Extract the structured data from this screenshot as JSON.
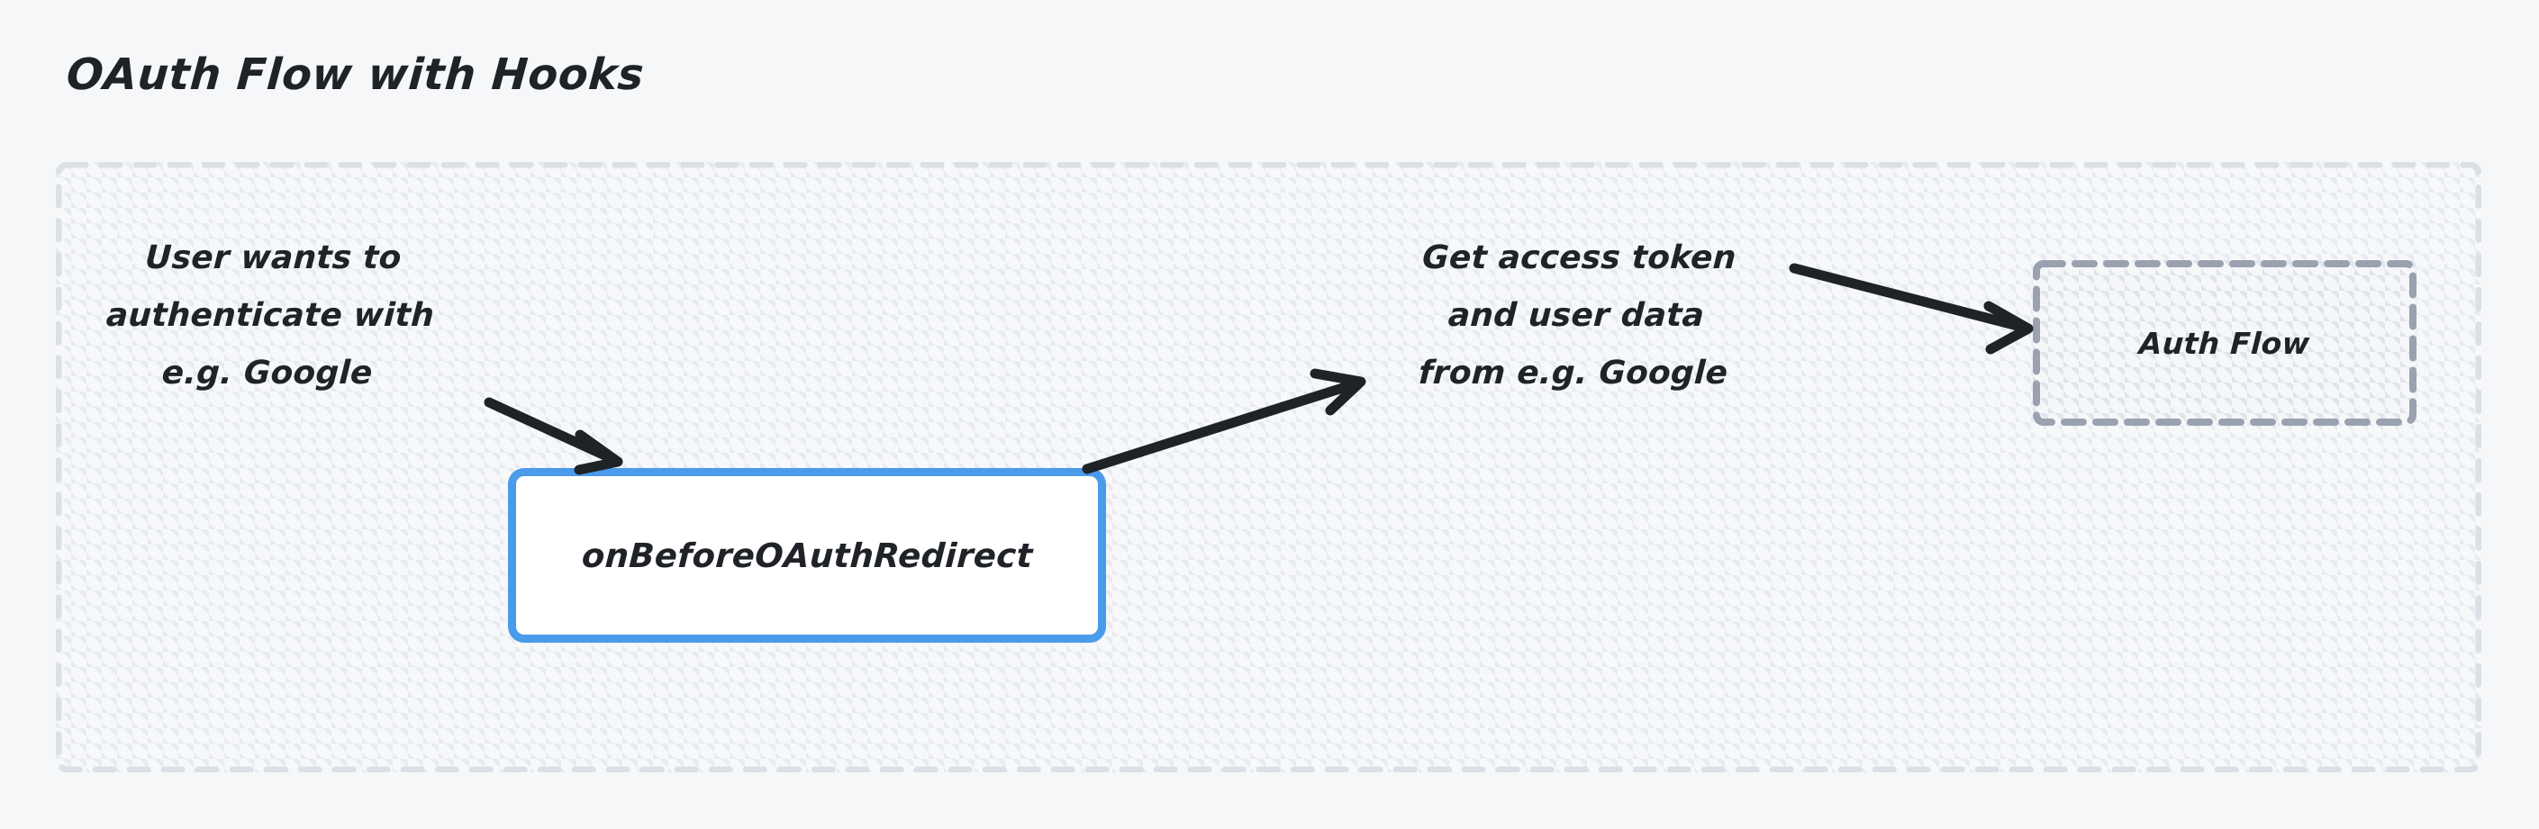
{
  "page": {
    "title": "OAuth Flow with Hooks",
    "background_color": "#f6f7f9"
  },
  "group_container": {
    "name": "oauth-flow-group",
    "border_style": "dashed",
    "border_color": "#dcdfe5",
    "fill_pattern": "diagonal-hatch"
  },
  "nodes": [
    {
      "id": "hook-node",
      "label": "onBeforeOAuthRedirect",
      "type": "hook",
      "border_color": "#4a9bea",
      "fill_color": "#ffffff",
      "border_style": "solid"
    },
    {
      "id": "authflow-node",
      "label": "Auth Flow",
      "type": "group",
      "border_color": "#9aa2b1",
      "fill_pattern": "diagonal-hatch",
      "border_style": "dashed"
    }
  ],
  "edges": [
    {
      "id": "edge-user-to-hook",
      "label": "User wants to\nauthenticate with\ne.g. Google",
      "from": "user",
      "to": "hook-node",
      "color": "#1f2227"
    },
    {
      "id": "edge-hook-to-authflow",
      "label": "Get access token\nand user data\nfrom e.g. Google",
      "from": "hook-node",
      "to": "authflow-node",
      "color": "#1f2227"
    }
  ]
}
